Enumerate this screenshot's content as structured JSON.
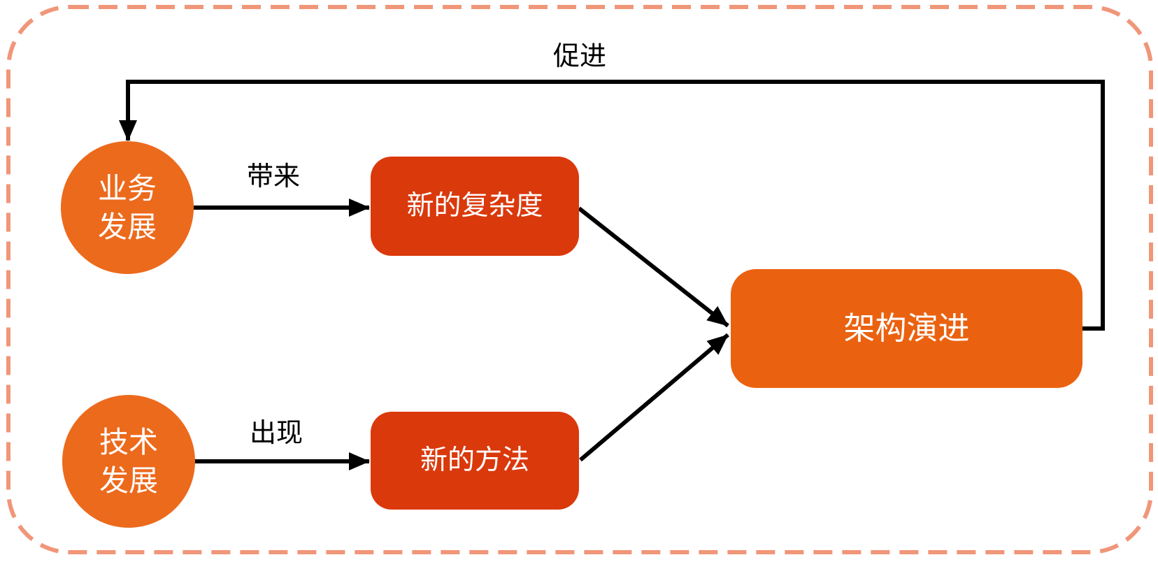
{
  "diagram": {
    "colors": {
      "border": "#F09679",
      "circle_fill": "#EC6A1C",
      "mid_box_fill": "#DA390C",
      "big_box_fill": "#EA6210",
      "arrow": "#000000",
      "node_text": "#FFFFFF",
      "label_text": "#000000"
    },
    "nodes": {
      "business": {
        "label": "业务\n发展"
      },
      "technology": {
        "label": "技术\n发展"
      },
      "new_complexity": {
        "label": "新的复杂度"
      },
      "new_method": {
        "label": "新的方法"
      },
      "arch_evolution": {
        "label": "架构演进"
      }
    },
    "edge_labels": {
      "promote": "促进",
      "bring": "带来",
      "emerge": "出现"
    }
  }
}
